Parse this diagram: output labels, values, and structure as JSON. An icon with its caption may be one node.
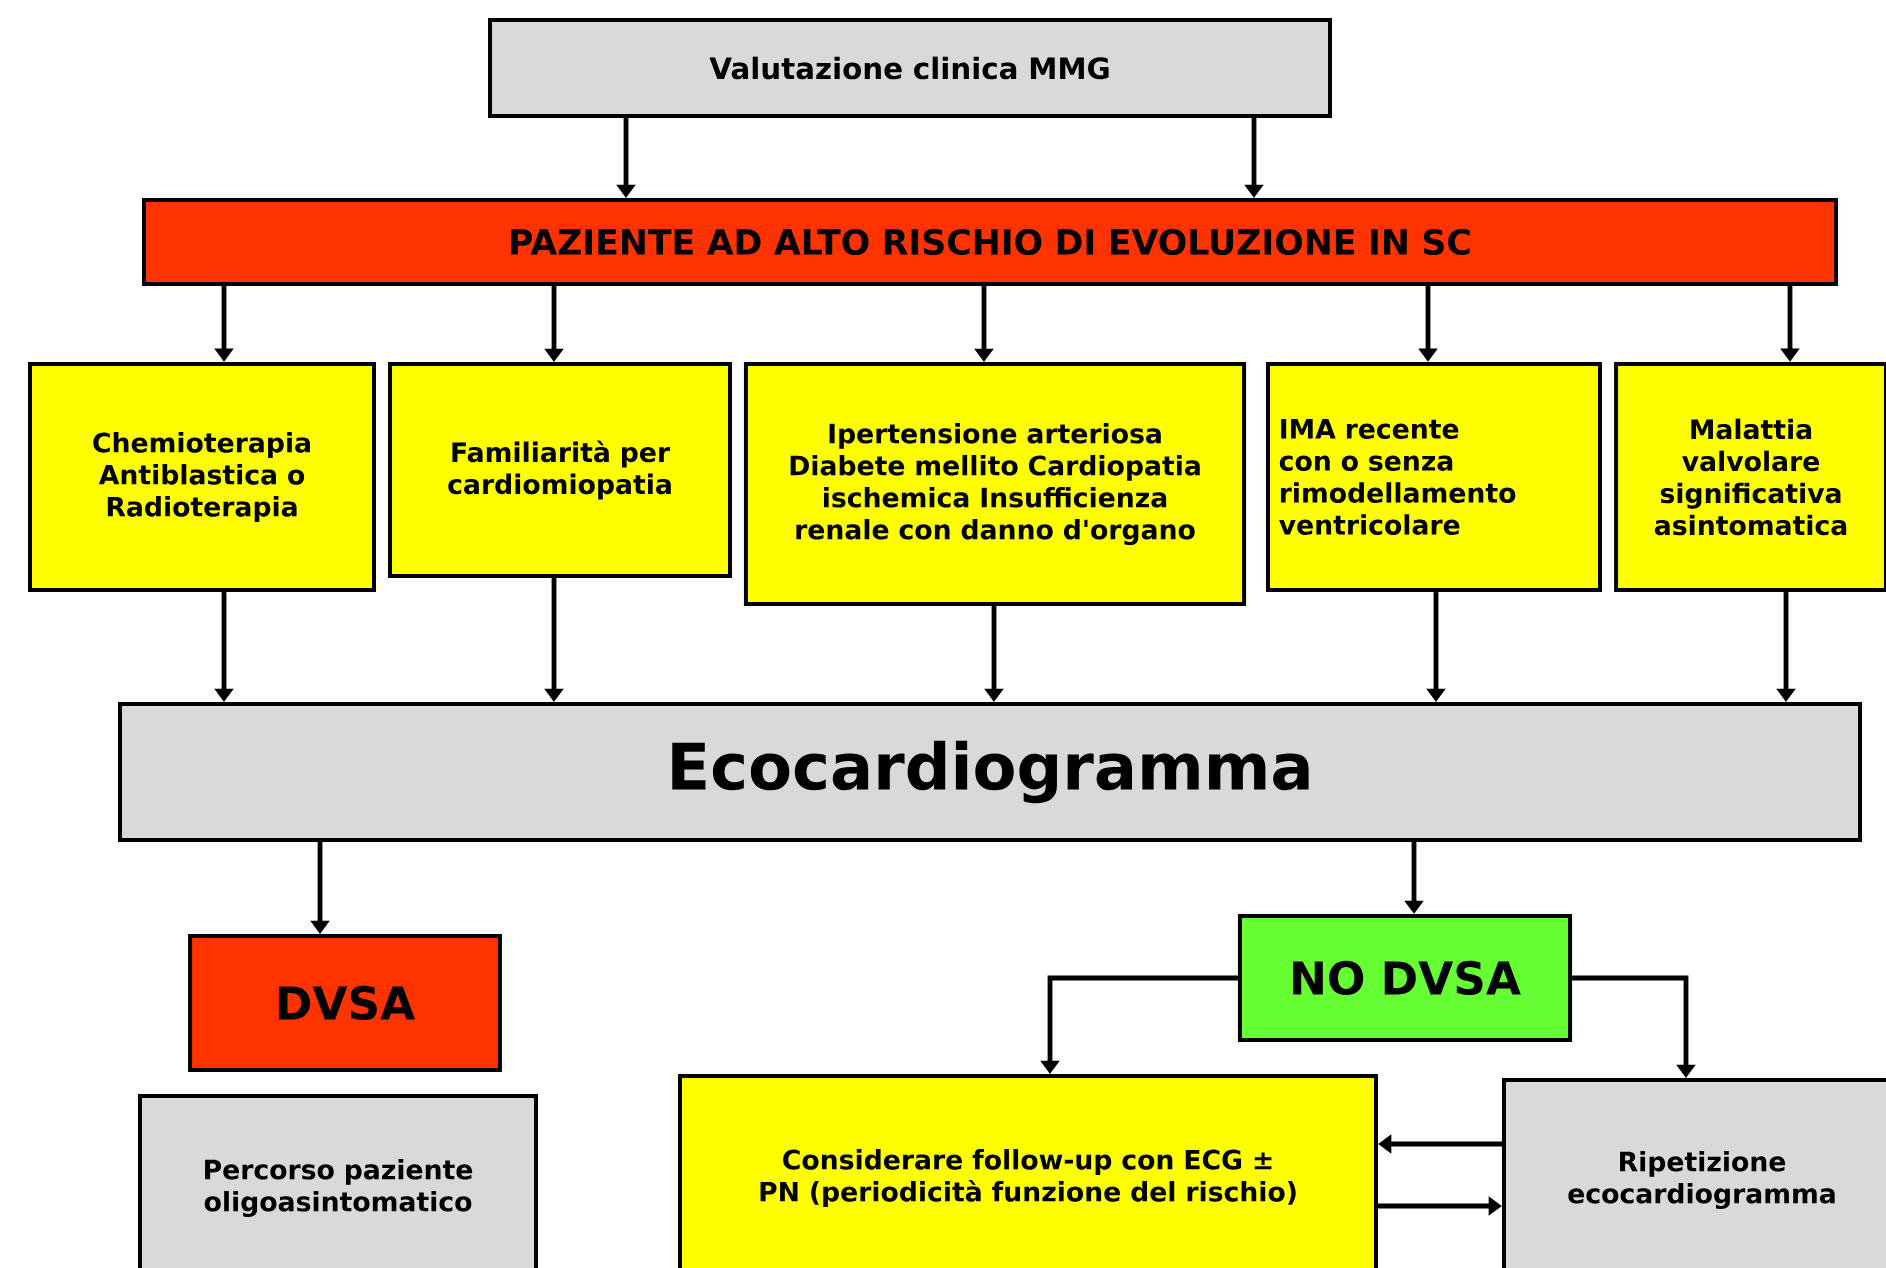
{
  "diagram": {
    "nodes": [
      {
        "text": [
          "Valutazione clinica MMG"
        ]
      },
      {
        "text": [
          "PAZIENTE AD ALTO RISCHIO DI EVOLUZIONE IN SC"
        ]
      },
      {
        "text": [
          "Chemioterapia Antiblastica o Radioterapia"
        ]
      },
      {
        "text": [
          "Familiarità per cardiomiopatia"
        ]
      },
      {
        "text": [
          "Ipertensione arteriosa Diabete mellito Cardiopatia ischemica Insufficienza renale con danno d'organo"
        ]
      },
      {
        "text": [
          "IMA recente con o senza rimodellamento ventricolare"
        ]
      },
      {
        "text": [
          "Malattia valvolare significativa asintomatica"
        ]
      },
      {
        "text": [
          "Ecocardiogramma"
        ]
      },
      {
        "text": [
          "DVSA"
        ]
      },
      {
        "text": [
          "NO DVSA"
        ]
      },
      {
        "text": [
          "Percorso paziente oligoasintomatico"
        ]
      },
      {
        "text": [
          "Considerare follow-up con ECG ± PN (periodicità funzione del rischio)"
        ]
      },
      {
        "text": [
          "Ripetizione ecocardiogramma"
        ]
      }
    ],
    "edges": [
      {
        "from": 0,
        "to": 1,
        "arrow": "to"
      },
      {
        "from": 0,
        "to": 1,
        "arrow": "to"
      },
      {
        "from": 1,
        "to": 2,
        "arrow": "to"
      },
      {
        "from": 1,
        "to": 3,
        "arrow": "to"
      },
      {
        "from": 1,
        "to": 4,
        "arrow": "to"
      },
      {
        "from": 1,
        "to": 5,
        "arrow": "to"
      },
      {
        "from": 1,
        "to": 6,
        "arrow": "to"
      },
      {
        "from": 2,
        "to": 7,
        "arrow": "to"
      },
      {
        "from": 3,
        "to": 7,
        "arrow": "to"
      },
      {
        "from": 4,
        "to": 7,
        "arrow": "to"
      },
      {
        "from": 5,
        "to": 7,
        "arrow": "to"
      },
      {
        "from": 6,
        "to": 7,
        "arrow": "to"
      },
      {
        "from": 7,
        "to": 8,
        "arrow": "to"
      },
      {
        "from": 7,
        "to": 9,
        "arrow": "to"
      },
      {
        "from": 9,
        "to": 11,
        "arrow": "to"
      },
      {
        "from": 9,
        "to": 12,
        "arrow": "to"
      },
      {
        "from": 12,
        "to": 11,
        "arrow": "to"
      },
      {
        "from": 11,
        "to": 12,
        "arrow": "to"
      }
    ]
  }
}
